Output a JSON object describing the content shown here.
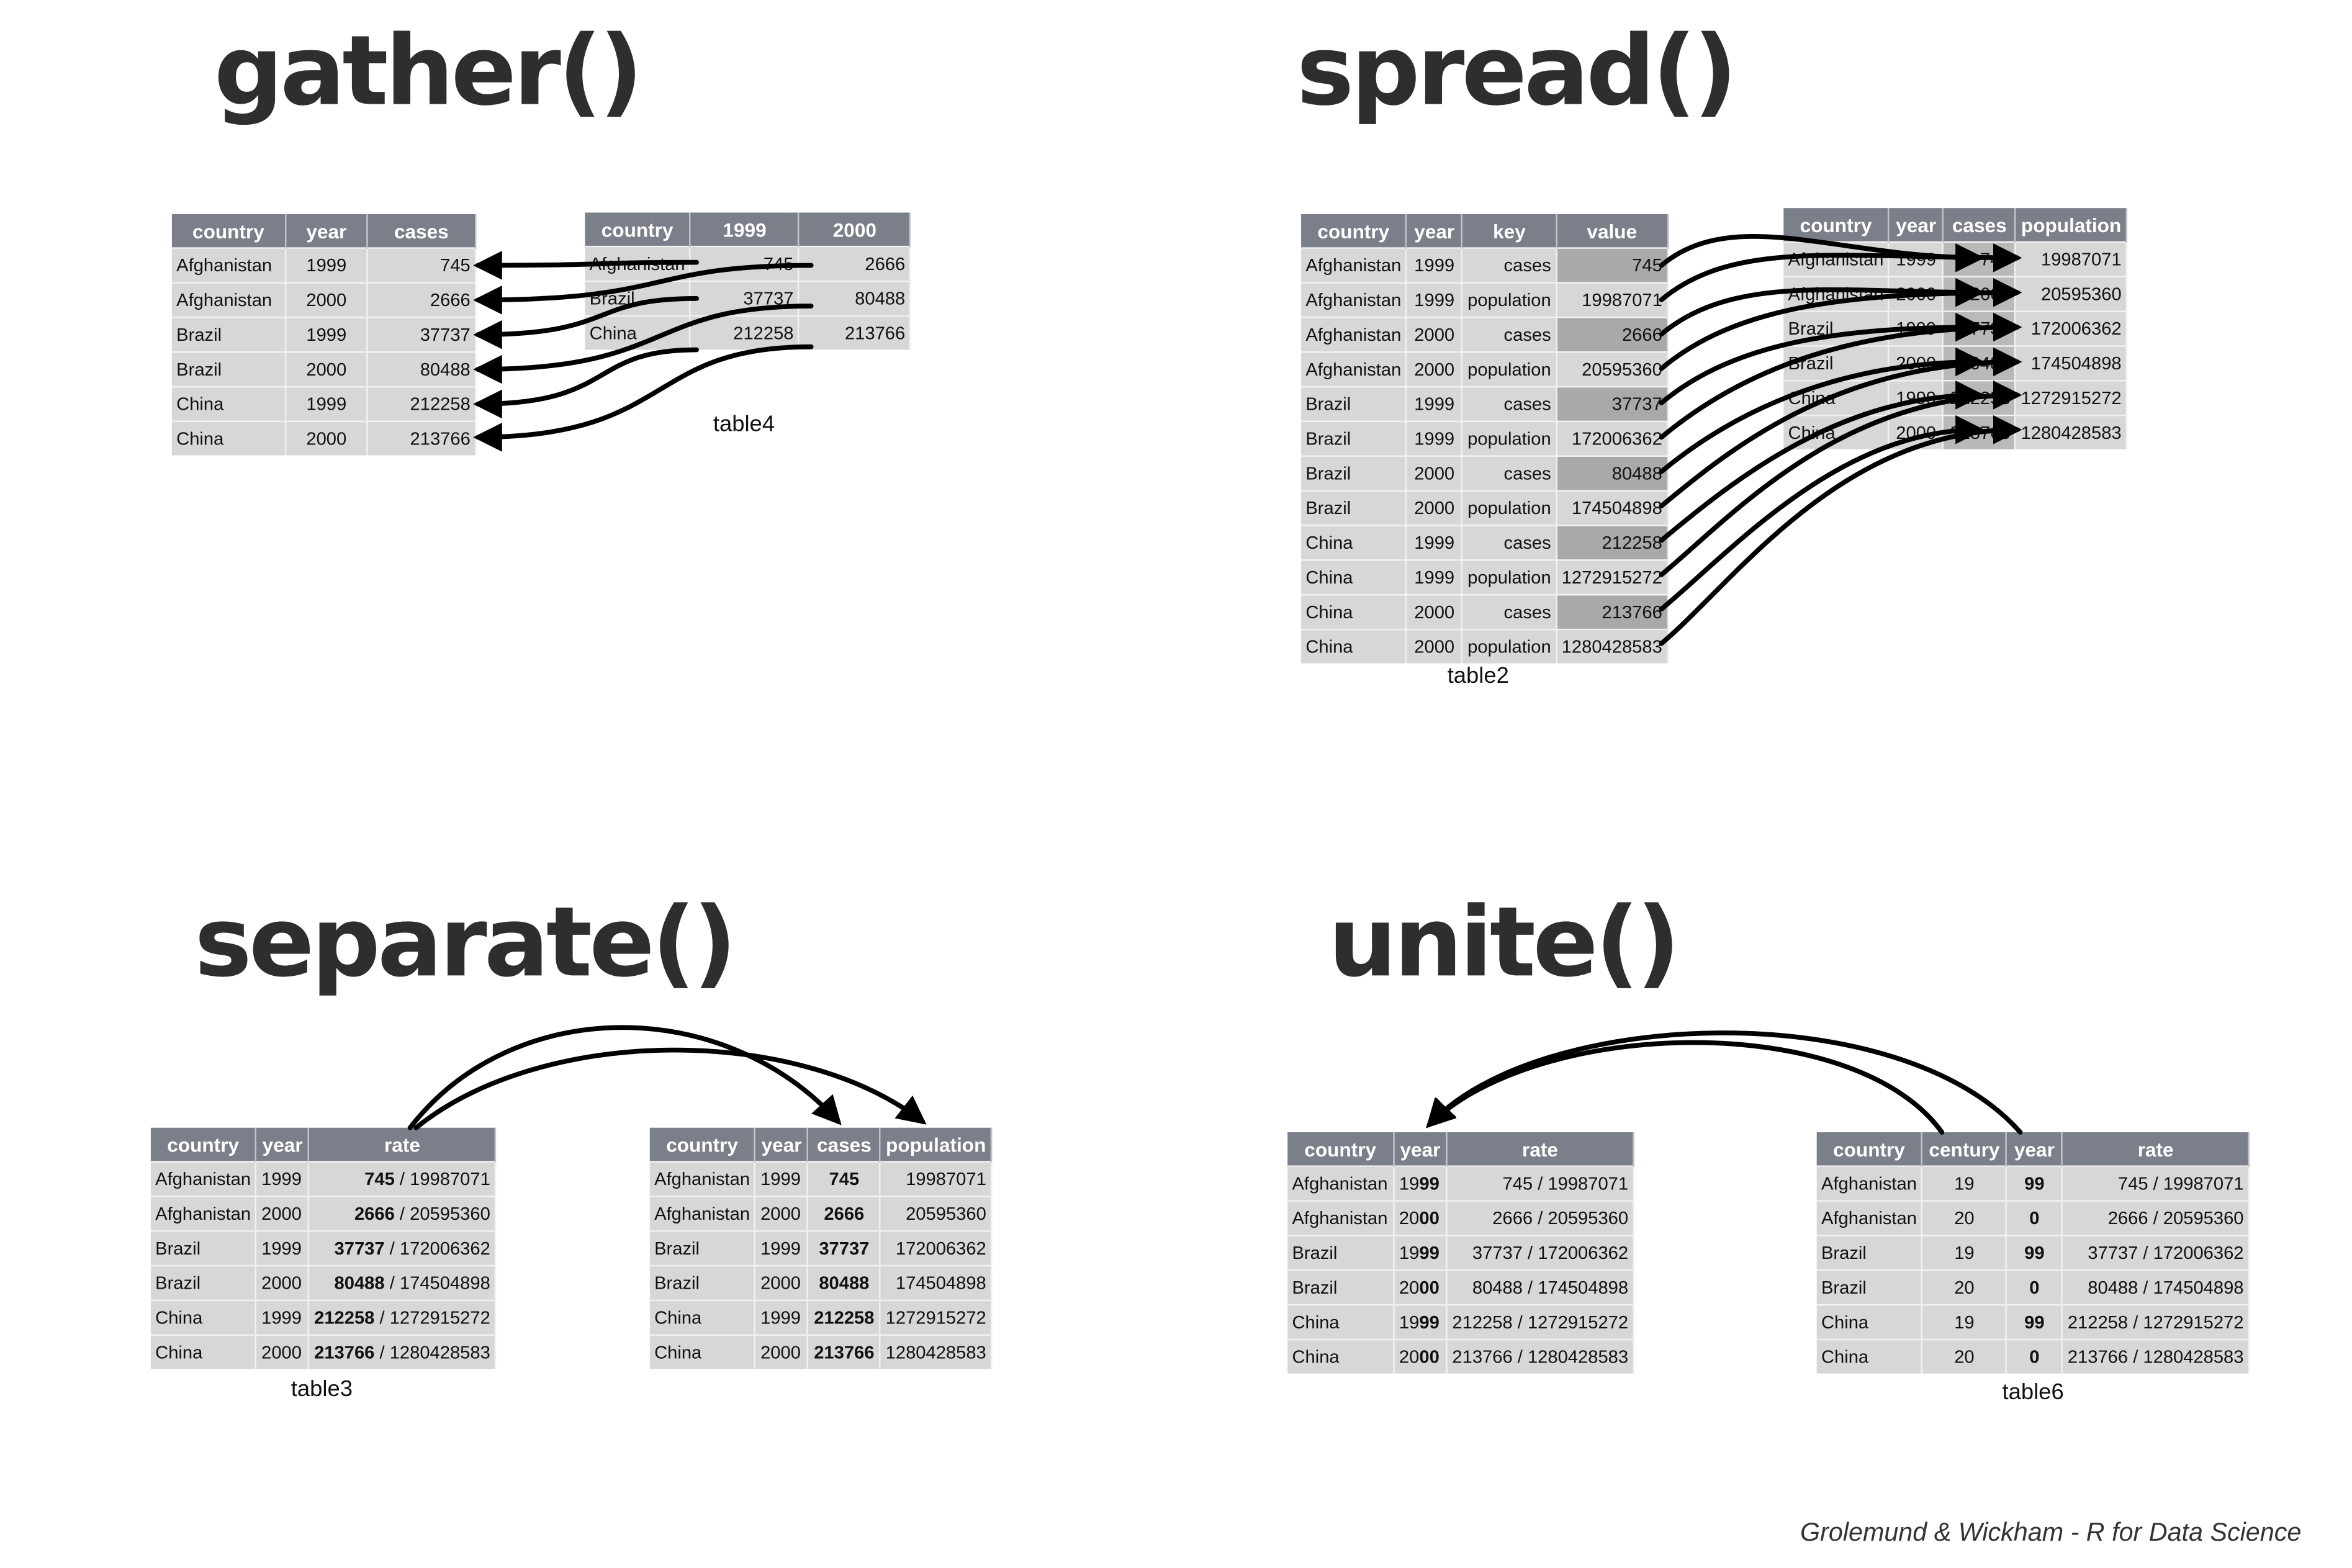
{
  "gather": {
    "title": "gather()",
    "left": {
      "headers": [
        "country",
        "year",
        "cases"
      ],
      "rows": [
        [
          "Afghanistan",
          "1999",
          "745"
        ],
        [
          "Afghanistan",
          "2000",
          "2666"
        ],
        [
          "Brazil",
          "1999",
          "37737"
        ],
        [
          "Brazil",
          "2000",
          "80488"
        ],
        [
          "China",
          "1999",
          "212258"
        ],
        [
          "China",
          "2000",
          "213766"
        ]
      ]
    },
    "right": {
      "caption": "table4",
      "headers": [
        "country",
        "1999",
        "2000"
      ],
      "rows": [
        [
          "Afghanistan",
          "745",
          "2666"
        ],
        [
          "Brazil",
          "37737",
          "80488"
        ],
        [
          "China",
          "212258",
          "213766"
        ]
      ]
    }
  },
  "spread": {
    "title": "spread()",
    "left": {
      "caption": "table2",
      "headers": [
        "country",
        "year",
        "key",
        "value"
      ],
      "rows": [
        [
          "Afghanistan",
          "1999",
          "cases",
          "745"
        ],
        [
          "Afghanistan",
          "1999",
          "population",
          "19987071"
        ],
        [
          "Afghanistan",
          "2000",
          "cases",
          "2666"
        ],
        [
          "Afghanistan",
          "2000",
          "population",
          "20595360"
        ],
        [
          "Brazil",
          "1999",
          "cases",
          "37737"
        ],
        [
          "Brazil",
          "1999",
          "population",
          "172006362"
        ],
        [
          "Brazil",
          "2000",
          "cases",
          "80488"
        ],
        [
          "Brazil",
          "2000",
          "population",
          "174504898"
        ],
        [
          "China",
          "1999",
          "cases",
          "212258"
        ],
        [
          "China",
          "1999",
          "population",
          "1272915272"
        ],
        [
          "China",
          "2000",
          "cases",
          "213766"
        ],
        [
          "China",
          "2000",
          "population",
          "1280428583"
        ]
      ]
    },
    "right": {
      "headers": [
        "country",
        "year",
        "cases",
        "population"
      ],
      "rows": [
        [
          "Afghanistan",
          "1999",
          "745",
          "19987071"
        ],
        [
          "Afghanistan",
          "2000",
          "2666",
          "20595360"
        ],
        [
          "Brazil",
          "1999",
          "37737",
          "172006362"
        ],
        [
          "Brazil",
          "2000",
          "80488",
          "174504898"
        ],
        [
          "China",
          "1999",
          "212258",
          "1272915272"
        ],
        [
          "China",
          "2000",
          "213766",
          "1280428583"
        ]
      ]
    }
  },
  "separate": {
    "title": "separate()",
    "left": {
      "caption": "table3",
      "headers": [
        "country",
        "year",
        "rate"
      ],
      "rows": [
        [
          "Afghanistan",
          "1999",
          "745",
          " / 19987071"
        ],
        [
          "Afghanistan",
          "2000",
          "2666",
          " / 20595360"
        ],
        [
          "Brazil",
          "1999",
          "37737",
          " / 172006362"
        ],
        [
          "Brazil",
          "2000",
          "80488",
          " / 174504898"
        ],
        [
          "China",
          "1999",
          "212258",
          " / 1272915272"
        ],
        [
          "China",
          "2000",
          "213766",
          " / 1280428583"
        ]
      ]
    },
    "right": {
      "headers": [
        "country",
        "year",
        "cases",
        "population"
      ],
      "rows": [
        [
          "Afghanistan",
          "1999",
          "745",
          "19987071"
        ],
        [
          "Afghanistan",
          "2000",
          "2666",
          "20595360"
        ],
        [
          "Brazil",
          "1999",
          "37737",
          "172006362"
        ],
        [
          "Brazil",
          "2000",
          "80488",
          "174504898"
        ],
        [
          "China",
          "1999",
          "212258",
          "1272915272"
        ],
        [
          "China",
          "2000",
          "213766",
          "1280428583"
        ]
      ]
    }
  },
  "unite": {
    "title": "unite()",
    "left": {
      "headers": [
        "country",
        "year",
        "rate"
      ],
      "rows": [
        [
          "Afghanistan",
          "19",
          "99",
          "745 / 19987071"
        ],
        [
          "Afghanistan",
          "20",
          "00",
          "2666 / 20595360"
        ],
        [
          "Brazil",
          "19",
          "99",
          "37737 / 172006362"
        ],
        [
          "Brazil",
          "20",
          "00",
          "80488 / 174504898"
        ],
        [
          "China",
          "19",
          "99",
          "212258 / 1272915272"
        ],
        [
          "China",
          "20",
          "00",
          "213766 / 1280428583"
        ]
      ]
    },
    "right": {
      "caption": "table6",
      "headers": [
        "country",
        "century",
        "year",
        "rate"
      ],
      "rows": [
        [
          "Afghanistan",
          "19",
          "99",
          "745 / 19987071"
        ],
        [
          "Afghanistan",
          "20",
          "0",
          "2666 / 20595360"
        ],
        [
          "Brazil",
          "19",
          "99",
          "37737 / 172006362"
        ],
        [
          "Brazil",
          "20",
          "0",
          "80488 / 174504898"
        ],
        [
          "China",
          "19",
          "99",
          "212258 / 1272915272"
        ],
        [
          "China",
          "20",
          "0",
          "213766 / 1280428583"
        ]
      ]
    }
  },
  "credit": "Grolemund & Wickham - R for Data Science",
  "colors": {
    "header_bg": "#7a7f89",
    "cell_bg": "#d7d7d7",
    "highlight_bg": "#a9a9a9",
    "arrow": "#000000",
    "title": "#2e2e2e"
  }
}
